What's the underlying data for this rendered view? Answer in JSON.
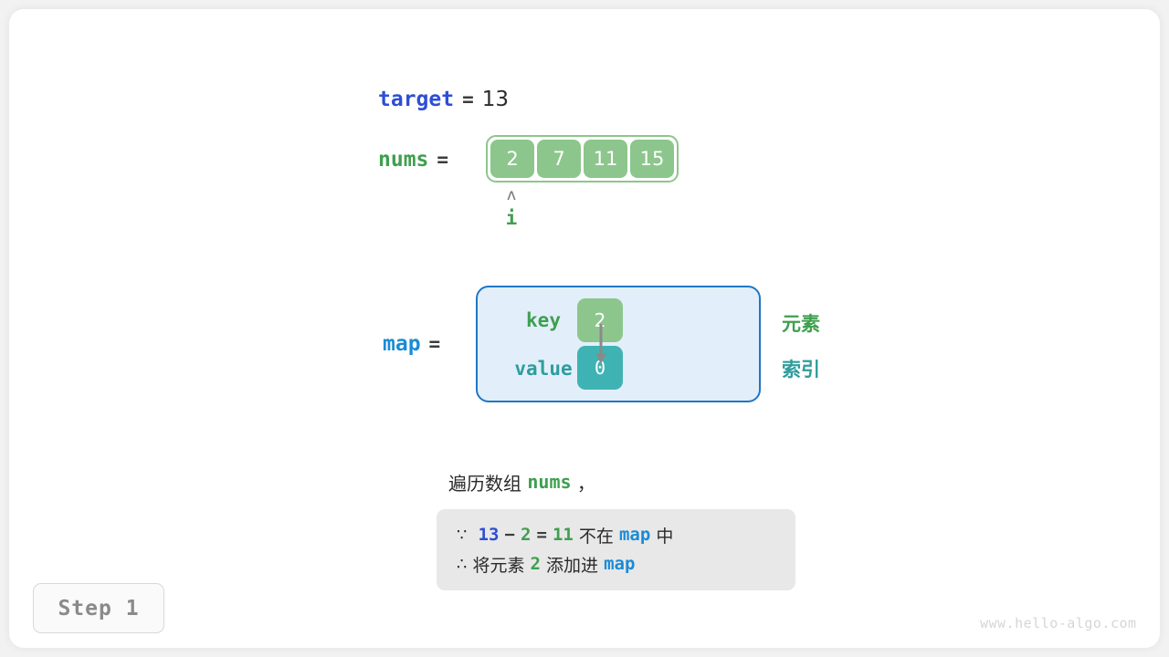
{
  "figure": {
    "step_label": "Step 1",
    "watermark": "www.hello-algo.com"
  },
  "target": {
    "name": "target",
    "equals": "=",
    "value": "13"
  },
  "nums": {
    "name": "nums",
    "equals": "=",
    "cells": [
      "2",
      "7",
      "11",
      "15"
    ],
    "pointer": {
      "caret": "ʌ",
      "label": "i",
      "index": 0
    }
  },
  "map": {
    "name": "map",
    "equals": "=",
    "key_label": "key",
    "value_label": "value",
    "entries": [
      {
        "key": "2",
        "value": "0"
      }
    ],
    "legend": {
      "element": "元素",
      "index": "索引"
    }
  },
  "caption": {
    "prefix": "遍历数组 ",
    "code": "nums",
    "suffix": " ，"
  },
  "note": {
    "line1": {
      "sym": "∵",
      "a": "13",
      "op1": "−",
      "b": "2",
      "op2": "=",
      "c": "11",
      "mid": " 不在 ",
      "map": "map",
      "tail": " 中"
    },
    "line2": {
      "sym": "∴",
      "lead": " 将元素 ",
      "elem": "2",
      "mid": " 添加进 ",
      "map": "map"
    }
  },
  "colors": {
    "blue": "#2f4ed4",
    "light_blue": "#1b8bd6",
    "green": "#3f9f4f",
    "cell_green": "#8cc68c",
    "teal": "#3fb3b3",
    "teal_text": "#2e9d9d",
    "map_fill": "#e2effa",
    "map_border": "#2077c4",
    "note_bg": "#e8e8e8",
    "gray_text": "#8a8a8a",
    "watermark": "#d6d6d6"
  }
}
